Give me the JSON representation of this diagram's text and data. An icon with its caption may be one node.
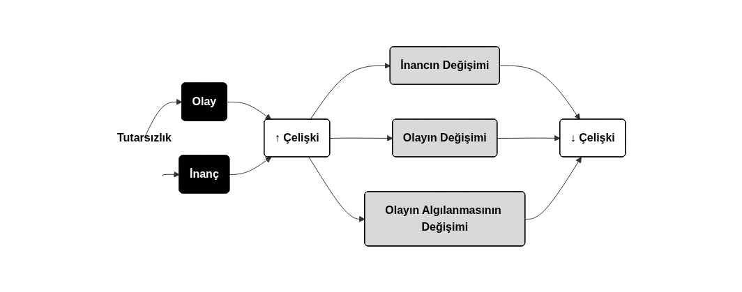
{
  "diagram": {
    "nodes": [
      {
        "text": [
          "Olay"
        ]
      },
      {
        "text": [
          "Tutarsızlık"
        ]
      },
      {
        "text": [
          "İnanç"
        ]
      },
      {
        "text": [
          "↑ Çelişki"
        ]
      },
      {
        "text": [
          "İnancın Değişimi"
        ]
      },
      {
        "text": [
          "Olayın Değişimi"
        ]
      },
      {
        "text": [
          "Olayın Algılanmasının Değişimi"
        ]
      },
      {
        "text": [
          "↓ Çelişki"
        ]
      }
    ],
    "edges": [
      {
        "from": 1,
        "to": 0,
        "arrow": "to"
      },
      {
        "from": 1,
        "to": 2,
        "arrow": "to"
      },
      {
        "from": 0,
        "to": 3,
        "arrow": "to"
      },
      {
        "from": 2,
        "to": 3,
        "arrow": "to"
      },
      {
        "from": 3,
        "to": 4,
        "arrow": "to"
      },
      {
        "from": 3,
        "to": 5,
        "arrow": "to"
      },
      {
        "from": 3,
        "to": 6,
        "arrow": "to"
      },
      {
        "from": 4,
        "to": 7,
        "arrow": "to"
      },
      {
        "from": 5,
        "to": 7,
        "arrow": "to"
      },
      {
        "from": 6,
        "to": 7,
        "arrow": "to"
      }
    ]
  }
}
